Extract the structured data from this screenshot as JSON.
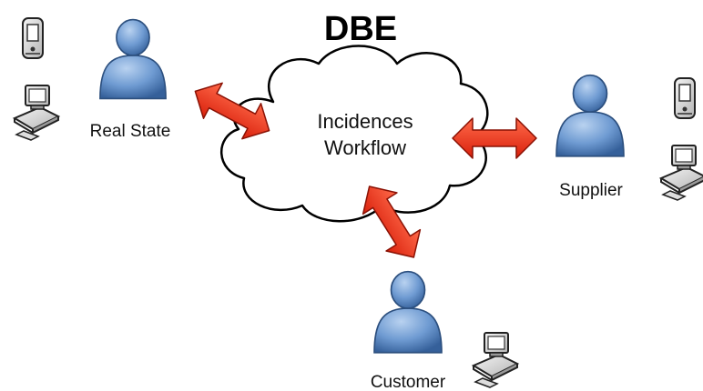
{
  "title": "DBE",
  "cloud": {
    "line1": "Incidences",
    "line2": "Workflow"
  },
  "actors": {
    "real_state": {
      "label": "Real State"
    },
    "supplier": {
      "label": "Supplier"
    },
    "customer": {
      "label": "Customer"
    }
  },
  "colors": {
    "arrow": "#e8301a",
    "person_fill": "#5f8fc9",
    "person_stroke": "#2c4f7e",
    "cloud_stroke": "#000000"
  },
  "icons": [
    "pda-icon",
    "computer-icon",
    "person-icon",
    "cloud-shape",
    "double-arrow"
  ]
}
